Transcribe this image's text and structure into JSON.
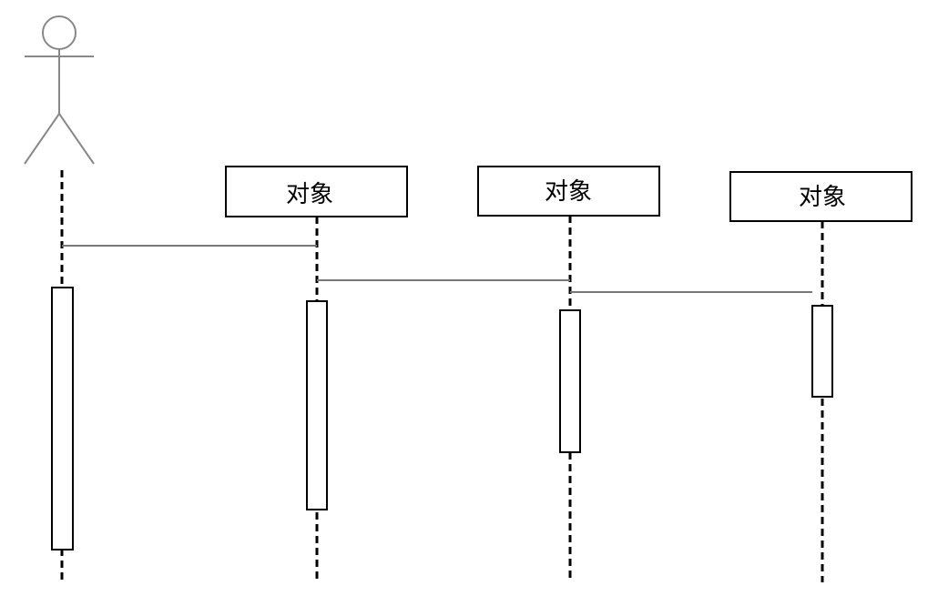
{
  "diagram": {
    "actor": {
      "label": ""
    },
    "objects": [
      {
        "label": "对象"
      },
      {
        "label": "对象"
      },
      {
        "label": "对象"
      }
    ],
    "messages": [
      {
        "from": "actor",
        "to": "object-1",
        "label": ""
      },
      {
        "from": "object-1",
        "to": "object-2",
        "label": ""
      },
      {
        "from": "object-2",
        "to": "object-3",
        "label": ""
      }
    ]
  },
  "colors": {
    "stroke": "#000000",
    "actor_stroke": "#888888",
    "message_line": "#777777",
    "background": "#ffffff"
  }
}
